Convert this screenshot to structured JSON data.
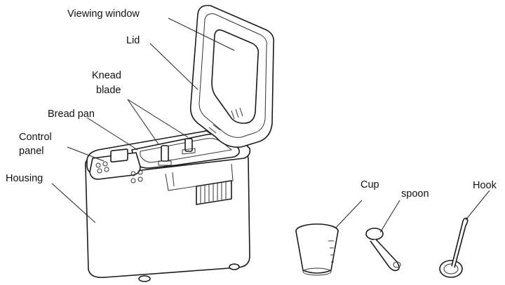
{
  "labels": {
    "viewing_window": "Viewing window",
    "lid": "Lid",
    "knead_blade_line1": "Knead",
    "knead_blade_line2": "blade",
    "bread_pan": "Bread pan",
    "control_panel_line1": "Control",
    "control_panel_line2": "panel",
    "housing": "Housing",
    "cup": "Cup",
    "spoon": "spoon",
    "hook": "Hook"
  }
}
